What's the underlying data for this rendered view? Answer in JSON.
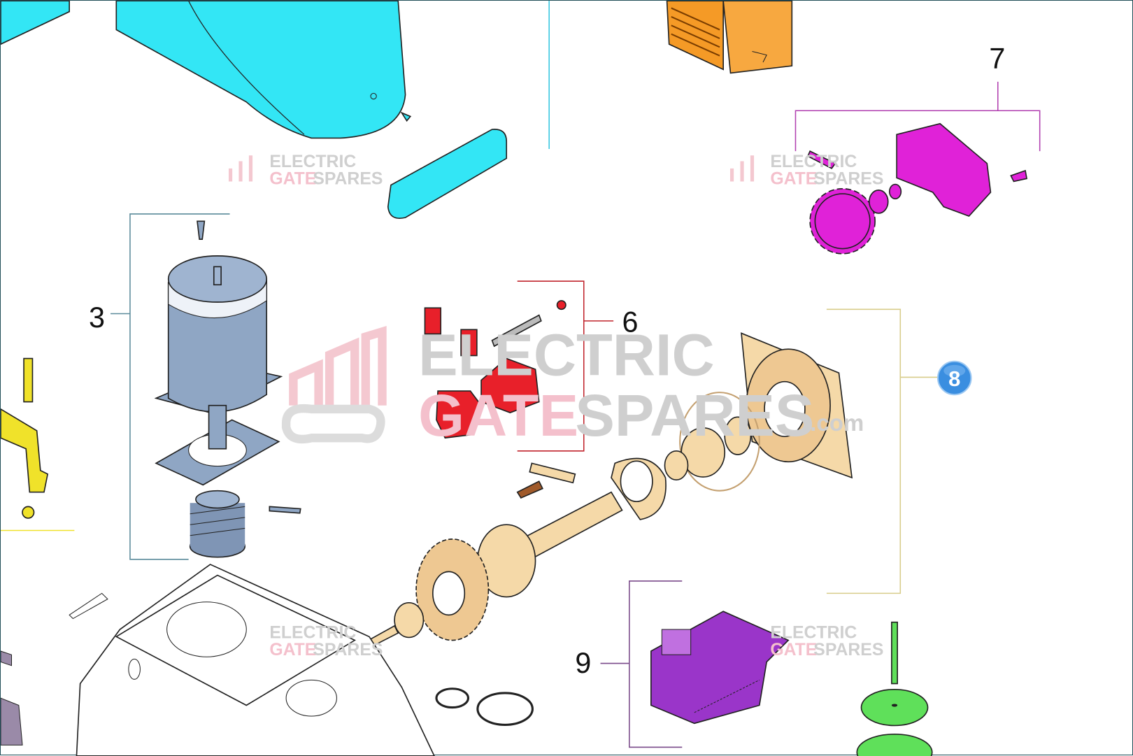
{
  "diagram": {
    "callouts": [
      {
        "id": "3",
        "label": "3",
        "color": "#5a8a9a"
      },
      {
        "id": "6",
        "label": "6",
        "color": "#c0242c"
      },
      {
        "id": "7",
        "label": "7",
        "color": "#b13fb0"
      },
      {
        "id": "8",
        "label": "8",
        "color": "#3a8ee0",
        "style": "circle-badge"
      },
      {
        "id": "9",
        "label": "9",
        "color": "#7a4a8a"
      }
    ],
    "watermark": {
      "line1": "ELECTRIC",
      "line2a": "GATE",
      "line2b": "SPARES",
      "suffix": ".com"
    },
    "part_colors": {
      "cover": "#33e6f5",
      "grille": "#f59a26",
      "pinion": "#e022d8",
      "motor": "#8fa6c4",
      "brushes": "#e8202a",
      "gearbox": "#f5d9a8",
      "board": "#9a35c9",
      "green": "#5fe05a",
      "yellow": "#f0e22a"
    }
  }
}
